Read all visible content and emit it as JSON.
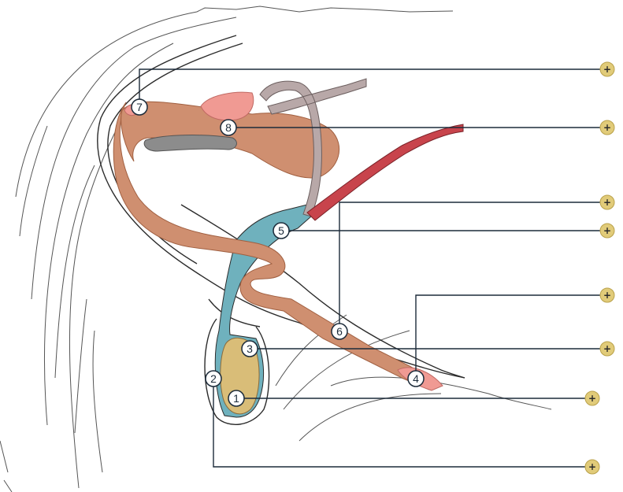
{
  "diagram": {
    "markers": [
      {
        "id": "1",
        "label": "1"
      },
      {
        "id": "2",
        "label": "2"
      },
      {
        "id": "3",
        "label": "3"
      },
      {
        "id": "4",
        "label": "4"
      },
      {
        "id": "5",
        "label": "5"
      },
      {
        "id": "6",
        "label": "6"
      },
      {
        "id": "7",
        "label": "7"
      },
      {
        "id": "8",
        "label": "8"
      }
    ],
    "expand_button_symbol": "+",
    "colors": {
      "outline": "#2b2b2b",
      "leader_line": "#1c2b3a",
      "hair": "#555555",
      "testis_yellow": "#d9bd78",
      "epididymis_blue": "#6fb1bd",
      "vas_tan": "#cf8f70",
      "gland_salmon": "#f09a93",
      "tube_gray": "#b8a8a8",
      "vessel_red": "#c8444c",
      "kidney_gray": "#8c8c8c",
      "button_gold": "#e1cb79"
    }
  }
}
